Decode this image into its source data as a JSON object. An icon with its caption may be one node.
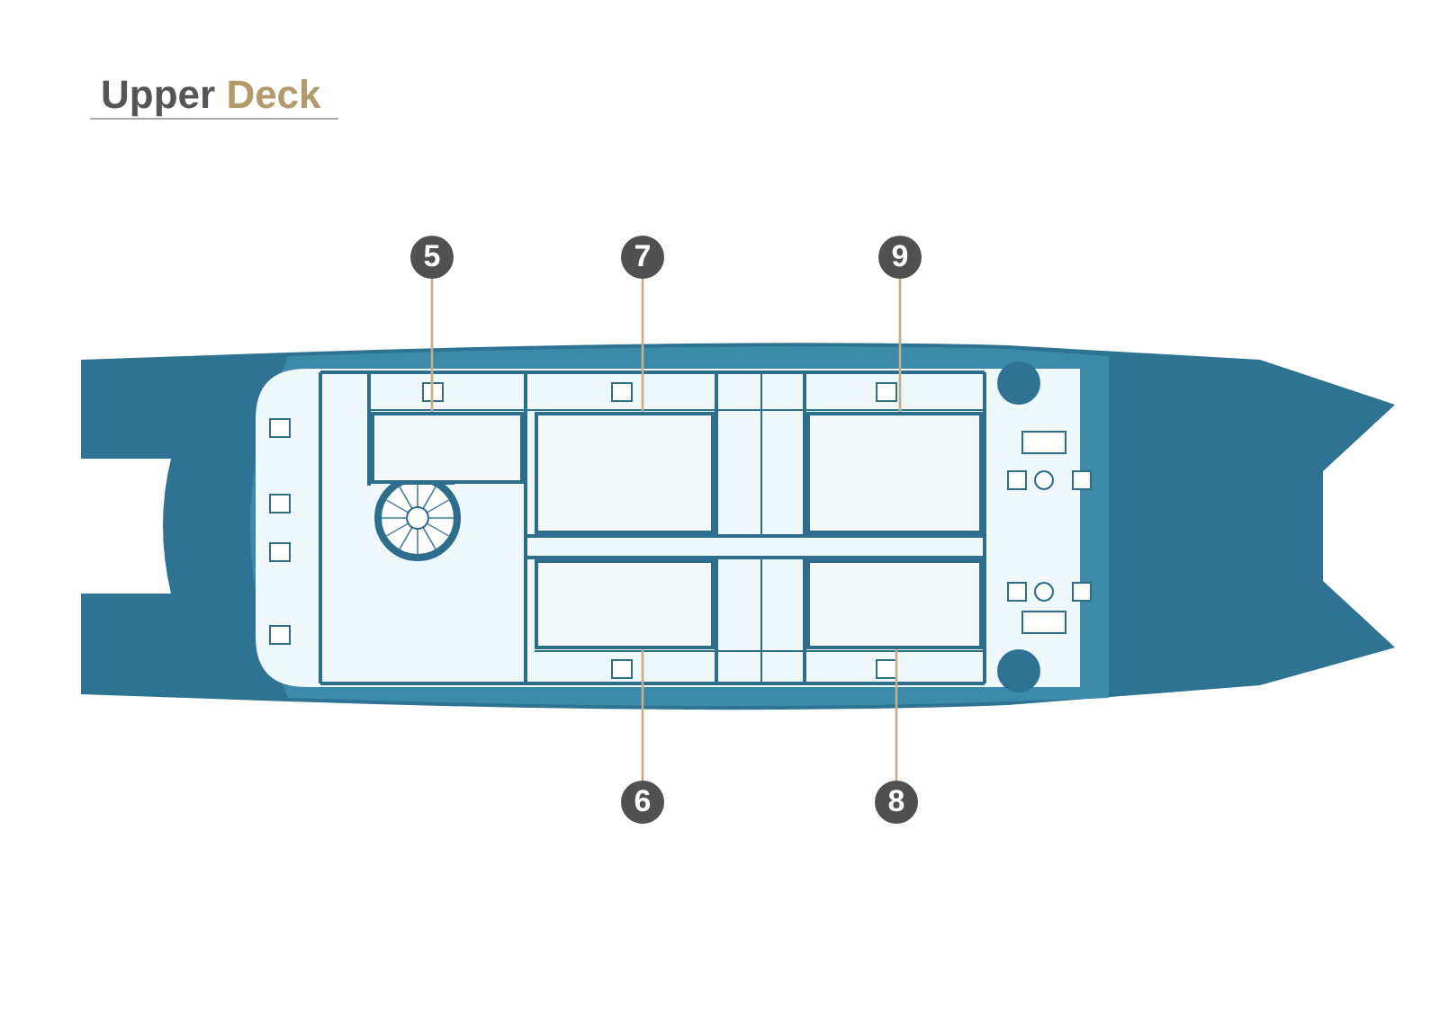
{
  "diagram": {
    "title": "Upper Deck",
    "nodes": [
      {
        "text": [
          "5"
        ]
      },
      {
        "text": [
          "7"
        ]
      },
      {
        "text": [
          "9"
        ]
      },
      {
        "text": [
          "6"
        ]
      },
      {
        "text": [
          "8"
        ]
      },
      {
        "text": [],
        "shape": "box"
      },
      {
        "text": [],
        "shape": "box"
      },
      {
        "text": [],
        "shape": "box"
      },
      {
        "text": [],
        "shape": "box"
      },
      {
        "text": [],
        "shape": "box"
      }
    ],
    "edges": [
      {
        "from": 0,
        "to": 5,
        "arrow": "none"
      },
      {
        "from": 1,
        "to": 6,
        "arrow": "none"
      },
      {
        "from": 2,
        "to": 7,
        "arrow": "none"
      },
      {
        "from": 3,
        "to": 8,
        "arrow": "none"
      },
      {
        "from": 4,
        "to": 9,
        "arrow": "none"
      }
    ]
  }
}
